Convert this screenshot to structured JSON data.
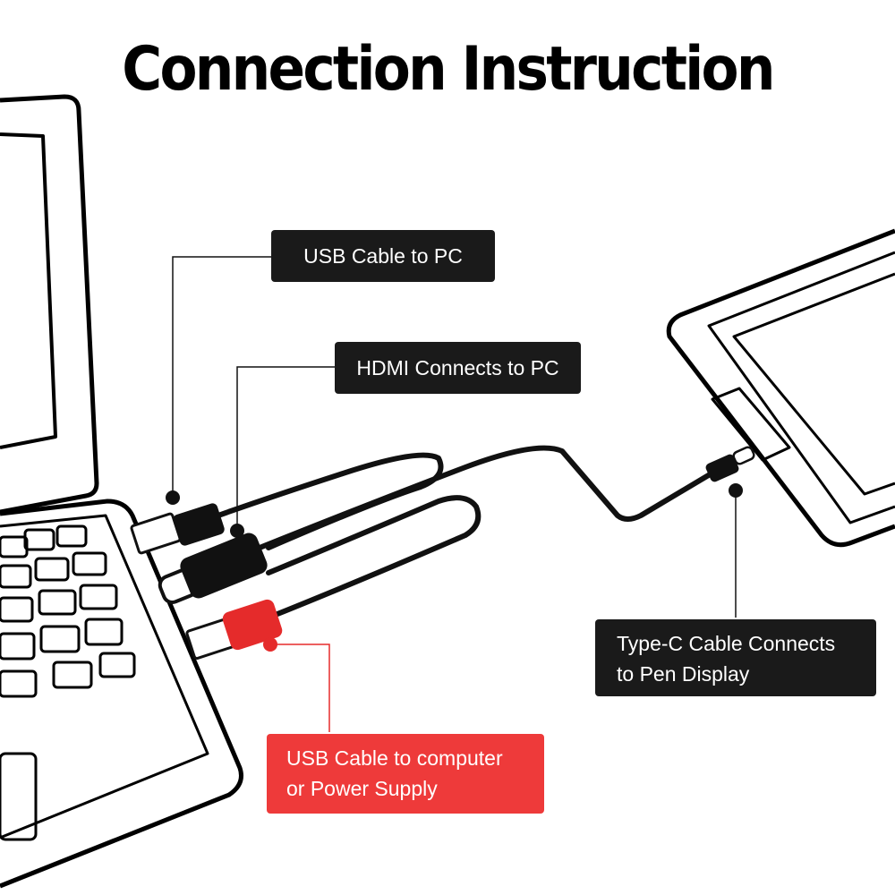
{
  "title": "Connection Instruction",
  "callouts": {
    "usb_pc": "USB Cable to PC",
    "hdmi_pc": "HDMI Connects to PC",
    "typec": "Type-C Cable Connects\nto Pen Display",
    "usb_power": "USB Cable to computer\nor Power Supply"
  },
  "colors": {
    "label_dark": "#1a1a1a",
    "label_red": "#ee3a3a",
    "cable": "#111111",
    "red_plug": "#e52b2b"
  }
}
